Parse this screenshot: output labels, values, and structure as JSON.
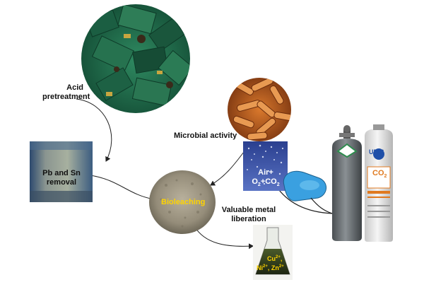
{
  "labels": {
    "acid_pretreatment": [
      "Acid",
      "pretreatment"
    ],
    "pb_sn_removal": [
      "Pb and Sn",
      "removal"
    ],
    "microbial_activity": "Microbial activity",
    "air_gas": {
      "line1": "Air+",
      "o2": "O",
      "o2_sub": "2",
      "plus": "+CO",
      "co2_sub": "2"
    },
    "bioleaching": "Bioleaching",
    "valuable_metal": [
      "Valuable metal",
      "liberation"
    ],
    "ions": {
      "cu": "Cu",
      "cu_sup": "2+",
      "ni": "Ni",
      "ni_sup": "2+",
      "zn": "Zn",
      "zn_sup": "2+"
    },
    "can_brand": "URIS",
    "can_gas": "CO",
    "can_gas_sub": "2"
  },
  "colors": {
    "pcb_green": "#1f6e4c",
    "biomass": "#9e9684",
    "bacteria": "#b35a1c",
    "cylinder": "#6d7275",
    "liquid_dark": "#2e3a1c",
    "pump_blue": "#3aa0e0",
    "label_yellow": "#ffd400"
  },
  "icons": [
    "pcb-scrap-image",
    "bacteria-image",
    "beaker-image",
    "gas-cylinder-image",
    "co2-can-image",
    "air-pump-image",
    "biomass-pile-image",
    "flask-image"
  ]
}
